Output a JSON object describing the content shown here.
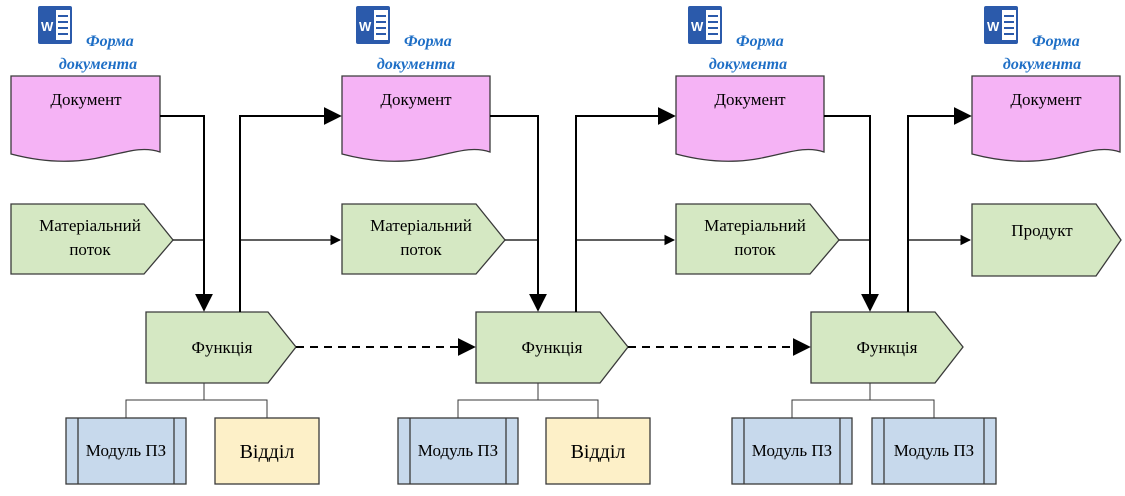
{
  "form_label": [
    "Форма",
    "документа"
  ],
  "word_icon_letter": "W",
  "columns": [
    {
      "document": "Документ",
      "input": "Матеріальний поток",
      "function": "Функція",
      "resources": [
        "Модуль ПЗ",
        "Відділ"
      ]
    },
    {
      "document": "Документ",
      "input": "Матеріальний поток",
      "function": "Функція",
      "resources": [
        "Модуль ПЗ",
        "Відділ"
      ]
    },
    {
      "document": "Документ",
      "input": "Матеріальний поток",
      "function": "Функція",
      "resources": [
        "Модуль ПЗ",
        "Модуль ПЗ"
      ]
    },
    {
      "document": "Документ",
      "input": "Продукт"
    }
  ],
  "colors": {
    "document_fill": "#f5b3f5",
    "flow_fill": "#d5e8c3",
    "module_fill": "#c7d9ec",
    "department_fill": "#fdf0c8",
    "word_blue": "#2b5aab",
    "form_label": "#1f6fc6",
    "stroke": "#3a3a3a"
  },
  "icons": [
    "word-document-icon"
  ]
}
